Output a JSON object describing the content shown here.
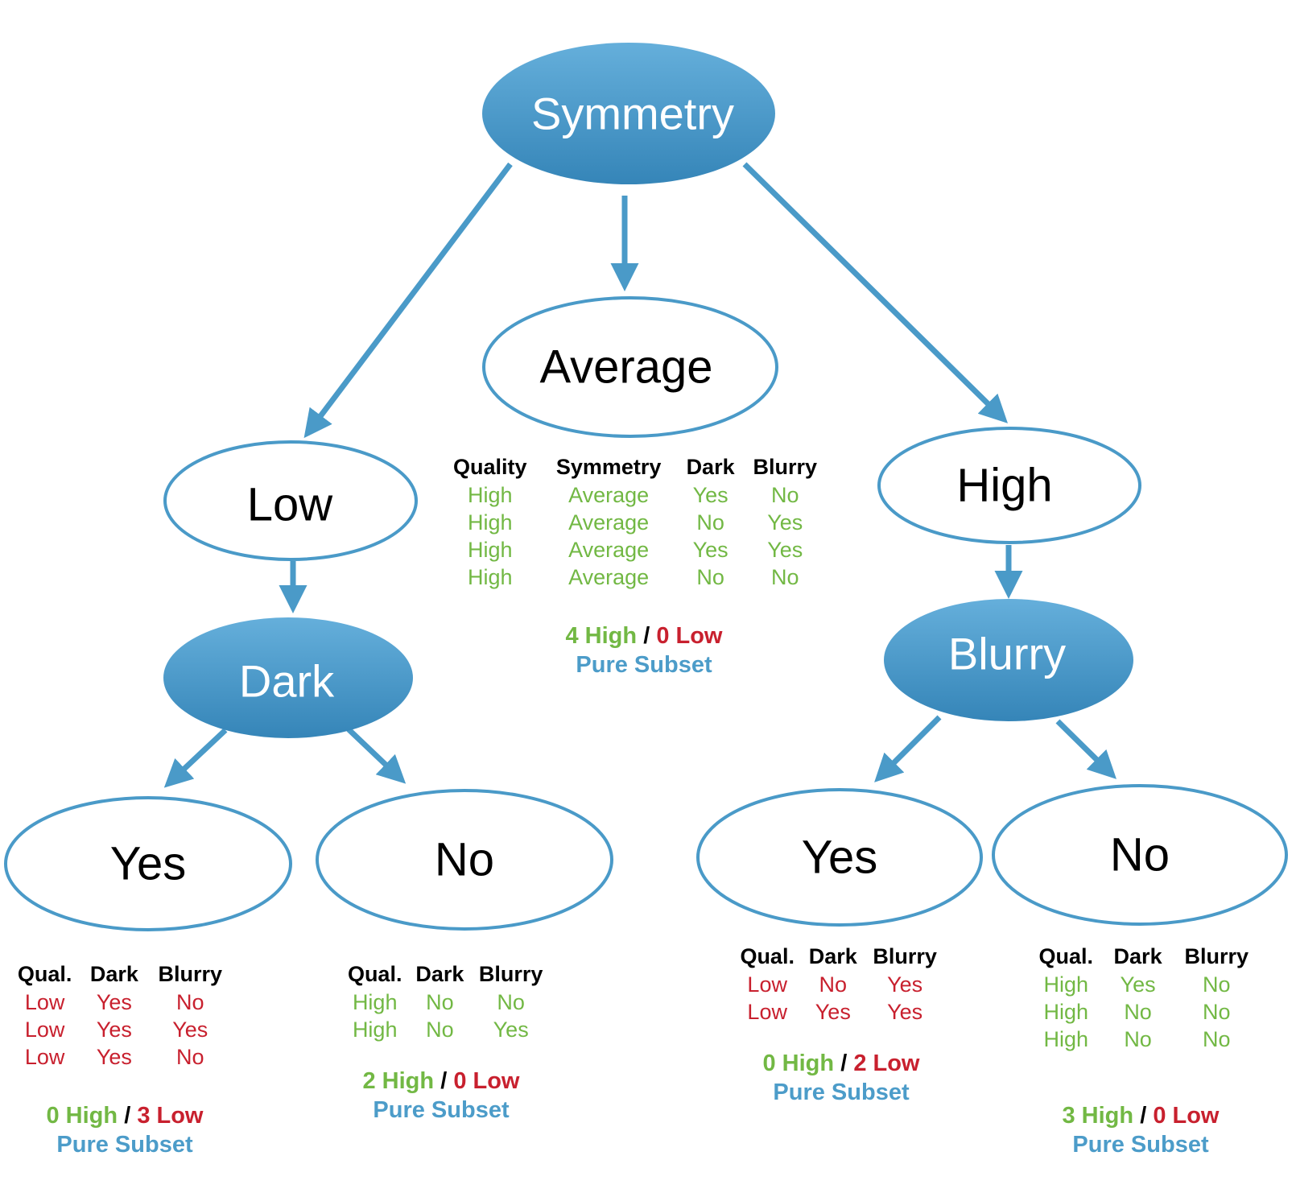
{
  "colors": {
    "edge": "#4a9ac8",
    "node_fill_top": "#65afdb",
    "node_fill_bottom": "#3585b8",
    "high": "#72b844",
    "low": "#c8202e",
    "pure": "#4c9cc9"
  },
  "nodes": {
    "symmetry": "Symmetry",
    "average": "Average",
    "low": "Low",
    "high": "High",
    "dark": "Dark",
    "blurry": "Blurry",
    "dark_yes": "Yes",
    "dark_no": "No",
    "blurry_yes": "Yes",
    "blurry_no": "No"
  },
  "average_table": {
    "headers": [
      "Quality",
      "Symmetry",
      "Dark",
      "Blurry"
    ],
    "rows": [
      [
        "High",
        "Average",
        "Yes",
        "No"
      ],
      [
        "High",
        "Average",
        "No",
        "Yes"
      ],
      [
        "High",
        "Average",
        "Yes",
        "Yes"
      ],
      [
        "High",
        "Average",
        "No",
        "No"
      ]
    ],
    "summary": {
      "high": "4 High",
      "sep": "/",
      "low": "0 Low"
    },
    "pure": "Pure Subset"
  },
  "dark_yes_table": {
    "headers": [
      "Qual.",
      "Dark",
      "Blurry"
    ],
    "rows": [
      [
        "Low",
        "Yes",
        "No"
      ],
      [
        "Low",
        "Yes",
        "Yes"
      ],
      [
        "Low",
        "Yes",
        "No"
      ]
    ],
    "summary": {
      "high": "0 High",
      "sep": "/",
      "low": "3 Low"
    },
    "pure": "Pure Subset"
  },
  "dark_no_table": {
    "headers": [
      "Qual.",
      "Dark",
      "Blurry"
    ],
    "rows": [
      [
        "High",
        "No",
        "No"
      ],
      [
        "High",
        "No",
        "Yes"
      ]
    ],
    "summary": {
      "high": "2 High",
      "sep": "/",
      "low": "0 Low"
    },
    "pure": "Pure Subset"
  },
  "blurry_yes_table": {
    "headers": [
      "Qual.",
      "Dark",
      "Blurry"
    ],
    "rows": [
      [
        "Low",
        "No",
        "Yes"
      ],
      [
        "Low",
        "Yes",
        "Yes"
      ]
    ],
    "summary": {
      "high": "0 High",
      "sep": "/",
      "low": "2 Low"
    },
    "pure": "Pure Subset"
  },
  "blurry_no_table": {
    "headers": [
      "Qual.",
      "Dark",
      "Blurry"
    ],
    "rows": [
      [
        "High",
        "Yes",
        "No"
      ],
      [
        "High",
        "No",
        "No"
      ],
      [
        "High",
        "No",
        "No"
      ]
    ],
    "summary": {
      "high": "3 High",
      "sep": "/",
      "low": "0 Low"
    },
    "pure": "Pure Subset"
  }
}
